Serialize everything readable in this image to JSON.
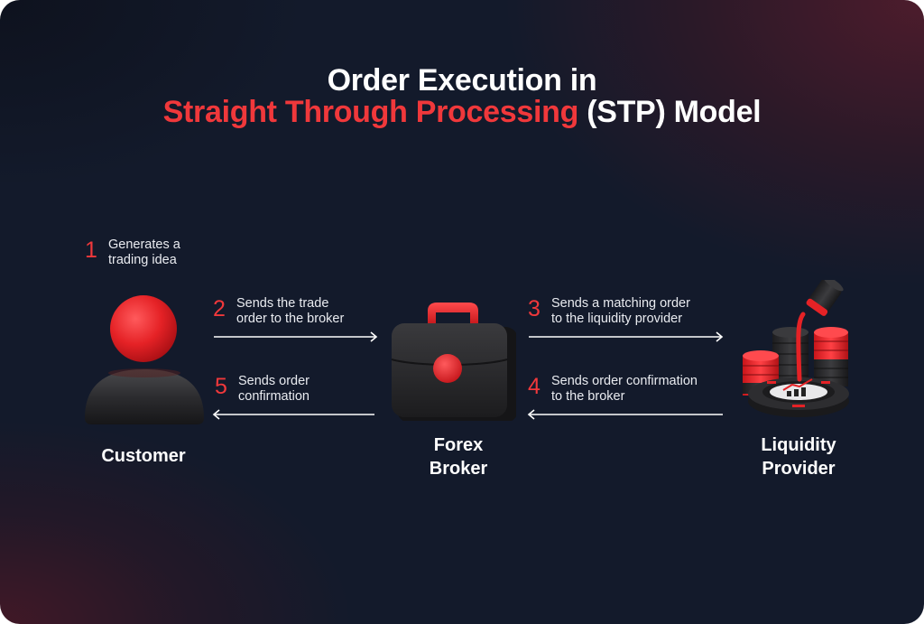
{
  "title": {
    "line1": "Order Execution in",
    "line2_highlight": "Straight Through Processing",
    "line2_rest": " (STP) Model"
  },
  "colors": {
    "accent_red": "#f0383b",
    "background": "#131a2b",
    "glow": "#3f1d2a",
    "text": "#ffffff"
  },
  "steps": [
    {
      "number": "1",
      "text": "Generates a\ntrading idea"
    },
    {
      "number": "2",
      "text": "Sends the trade\norder to the broker"
    },
    {
      "number": "3",
      "text": "Sends a matching order\nto the liquidity provider"
    },
    {
      "number": "4",
      "text": "Sends order confirmation\nto the broker"
    },
    {
      "number": "5",
      "text": "Sends order\nconfirmation"
    }
  ],
  "nodes": [
    {
      "label": "Customer",
      "icon": "person-icon"
    },
    {
      "label": "Forex\nBroker",
      "icon": "briefcase-icon"
    },
    {
      "label": "Liquidity\nProvider",
      "icon": "coins-liquidity-icon"
    }
  ],
  "arrows": [
    {
      "from": "Customer",
      "to": "Forex Broker",
      "direction": "right",
      "step": "2"
    },
    {
      "from": "Forex Broker",
      "to": "Liquidity Provider",
      "direction": "right",
      "step": "3"
    },
    {
      "from": "Liquidity Provider",
      "to": "Forex Broker",
      "direction": "left",
      "step": "4"
    },
    {
      "from": "Forex Broker",
      "to": "Customer",
      "direction": "left",
      "step": "5"
    }
  ]
}
